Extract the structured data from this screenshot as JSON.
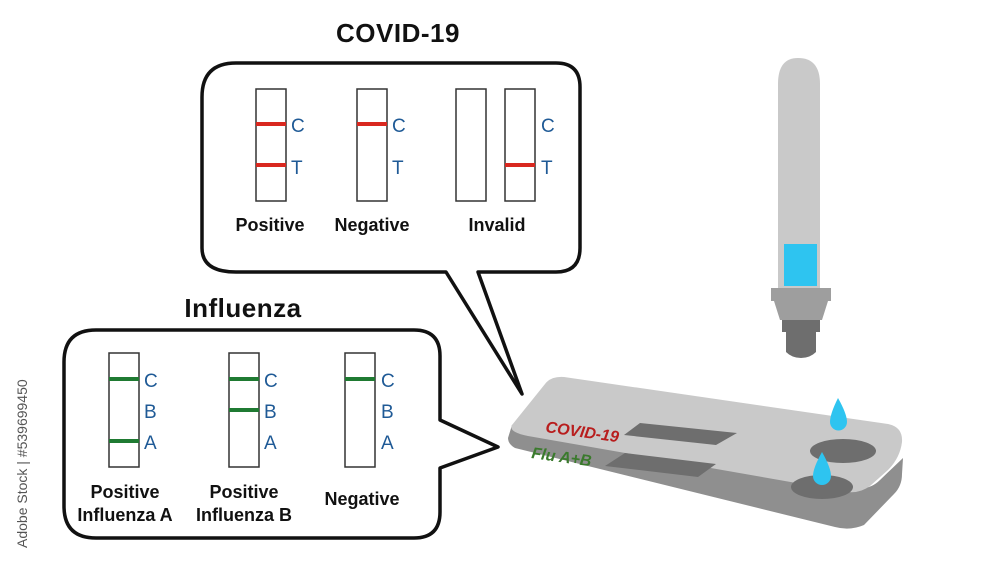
{
  "covid": {
    "title": "COVID-19",
    "letters": {
      "c": "C",
      "t": "T"
    },
    "results": {
      "positive": "Positive",
      "negative": "Negative",
      "invalid": "Invalid"
    }
  },
  "influenza": {
    "title": "Influenza",
    "letters": {
      "c": "C",
      "b": "B",
      "a": "A"
    },
    "results": {
      "positive_a_line1": "Positive",
      "positive_a_line2": "Influenza A",
      "positive_b_line1": "Positive",
      "positive_b_line2": "Influenza B",
      "negative": "Negative"
    }
  },
  "device": {
    "covid_label": "COVID-19",
    "flu_label": "Flu A+B"
  },
  "watermark": "Adobe Stock | #539699450",
  "colors": {
    "covid_line": "#d9281f",
    "flu_line": "#1f7a32",
    "letter": "#1f5a96",
    "liquid": "#2ec4f0",
    "device_covid_text": "#b81d1d",
    "device_flu_text": "#3a7a2c"
  }
}
